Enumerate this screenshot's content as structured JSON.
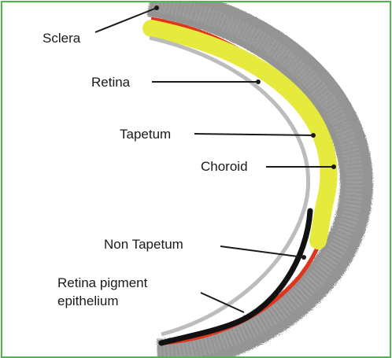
{
  "labels": {
    "sclera": "Sclera",
    "retina": "Retina",
    "tapetum": "Tapetum",
    "choroid": "Choroid",
    "non_tapetum": "Non Tapetum",
    "rpe_line1": "Retina pigment",
    "rpe_line2": "epithelium"
  },
  "colors": {
    "frame": "#4cb84c",
    "sclera": "#8a8a8a",
    "retina": "#b9b9b9",
    "tapetum": "#e6ea3c",
    "choroid": "#e0341c",
    "pigment": "#111111",
    "leader": "#1a1a1a"
  }
}
